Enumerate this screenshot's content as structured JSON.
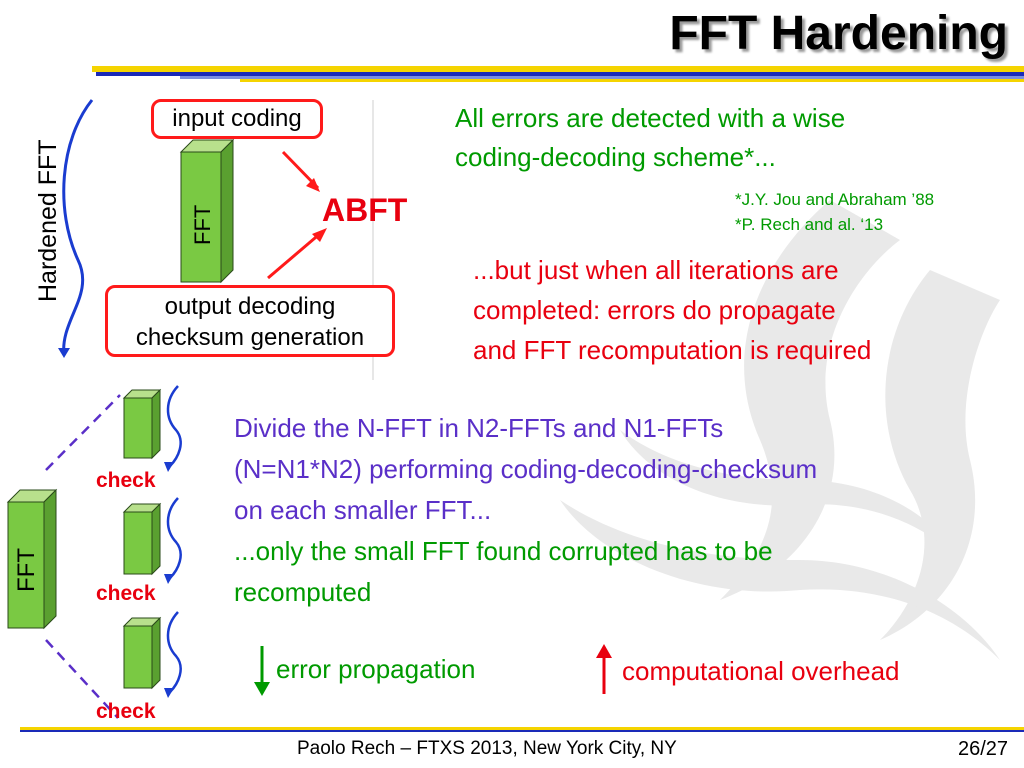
{
  "slide": {
    "title": "FFT Hardening",
    "side_label": "Hardened FFT",
    "boxes": {
      "input": "input coding",
      "output_line1": "output decoding",
      "output_line2": "checksum generation"
    },
    "fft_label": "FFT",
    "abft": "ABFT",
    "right_text": {
      "line1": "All errors are detected with a wise",
      "line2": "coding-decoding scheme*..."
    },
    "refs": [
      "*J.Y. Jou and Abraham ’88",
      "*P. Rech and al. ‘13"
    ],
    "but_text": [
      "...but just when all iterations are",
      "completed: errors do propagate",
      "and FFT recomputation is required"
    ],
    "divide_text": [
      "Divide the N-FFT in N2-FFTs and N1-FFTs",
      "(N=N1*N2) performing coding-decoding-checksum",
      "on each smaller FFT..."
    ],
    "only_text": [
      "...only the small FFT found corrupted has to be",
      "recomputed"
    ],
    "check_label": "check",
    "bottom": {
      "error_propagation": "error propagation",
      "computational_overhead": "computational overhead",
      "down_arrow": "↓",
      "up_arrow": "↑"
    },
    "footer": "Paolo Rech – FTXS 2013, New York City, NY",
    "page": "26/27",
    "colors": {
      "green_text": "#009a00",
      "red_text": "#e8000f",
      "purple_text": "#5a2fc8",
      "cube_green": "#7ac943",
      "header_blue": "#1a2ab8",
      "header_yellow": "#f5d400"
    }
  }
}
